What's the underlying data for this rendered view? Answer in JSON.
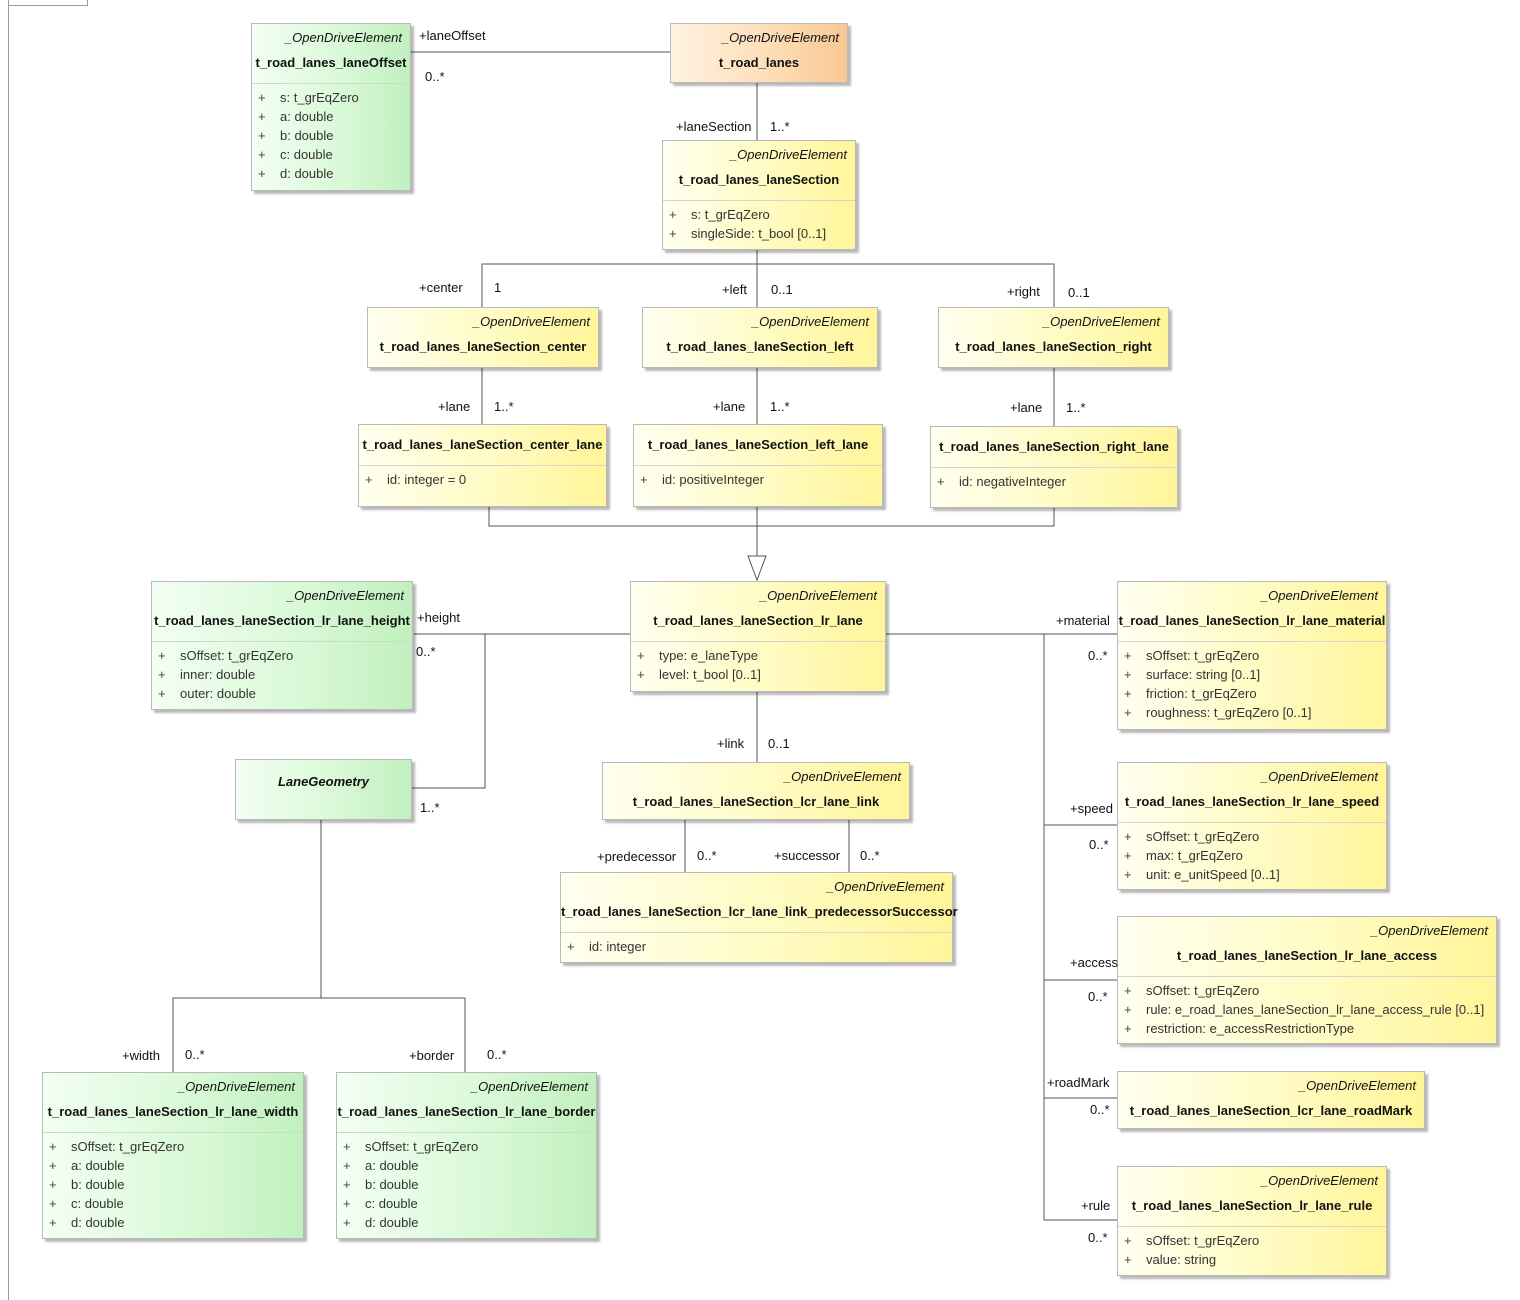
{
  "stereotype": "_OpenDriveElement",
  "attr_prefix": "+",
  "classes": {
    "laneOffset": {
      "name": "t_road_lanes_laneOffset",
      "attrs": [
        "s: t_grEqZero",
        "a: double",
        "b: double",
        "c: double",
        "d: double"
      ]
    },
    "roadLanes": {
      "name": "t_road_lanes"
    },
    "laneSection": {
      "name": "t_road_lanes_laneSection",
      "attrs": [
        "s: t_grEqZero",
        "singleSide: t_bool [0..1]"
      ]
    },
    "center": {
      "name": "t_road_lanes_laneSection_center"
    },
    "left": {
      "name": "t_road_lanes_laneSection_left"
    },
    "right": {
      "name": "t_road_lanes_laneSection_right"
    },
    "centerLane": {
      "name": "t_road_lanes_laneSection_center_lane",
      "attrs": [
        "id: integer = 0"
      ]
    },
    "leftLane": {
      "name": "t_road_lanes_laneSection_left_lane",
      "attrs": [
        "id: positiveInteger"
      ]
    },
    "rightLane": {
      "name": "t_road_lanes_laneSection_right_lane",
      "attrs": [
        "id: negativeInteger"
      ]
    },
    "lrLane": {
      "name": "t_road_lanes_laneSection_lr_lane",
      "attrs": [
        "type: e_laneType",
        "level: t_bool [0..1]"
      ]
    },
    "height": {
      "name": "t_road_lanes_laneSection_lr_lane_height",
      "attrs": [
        "sOffset: t_grEqZero",
        "inner: double",
        "outer: double"
      ]
    },
    "laneGeometry": {
      "name": "LaneGeometry"
    },
    "link": {
      "name": "t_road_lanes_laneSection_lcr_lane_link"
    },
    "predSucc": {
      "name": "t_road_lanes_laneSection_lcr_lane_link_predecessorSuccessor",
      "attrs": [
        "id: integer"
      ]
    },
    "material": {
      "name": "t_road_lanes_laneSection_lr_lane_material",
      "attrs": [
        "sOffset: t_grEqZero",
        "surface: string [0..1]",
        "friction: t_grEqZero",
        "roughness: t_grEqZero [0..1]"
      ]
    },
    "speed": {
      "name": "t_road_lanes_laneSection_lr_lane_speed",
      "attrs": [
        "sOffset: t_grEqZero",
        "max: t_grEqZero",
        "unit: e_unitSpeed [0..1]"
      ]
    },
    "access": {
      "name": "t_road_lanes_laneSection_lr_lane_access",
      "attrs": [
        "sOffset: t_grEqZero",
        "rule: e_road_lanes_laneSection_lr_lane_access_rule [0..1]",
        "restriction: e_accessRestrictionType"
      ]
    },
    "roadMark": {
      "name": "t_road_lanes_laneSection_lcr_lane_roadMark"
    },
    "rule": {
      "name": "t_road_lanes_laneSection_lr_lane_rule",
      "attrs": [
        "sOffset: t_grEqZero",
        "value: string"
      ]
    },
    "width": {
      "name": "t_road_lanes_laneSection_lr_lane_width",
      "attrs": [
        "sOffset: t_grEqZero",
        "a: double",
        "b: double",
        "c: double",
        "d: double"
      ]
    },
    "border": {
      "name": "t_road_lanes_laneSection_lr_lane_border",
      "attrs": [
        "sOffset: t_grEqZero",
        "a: double",
        "b: double",
        "c: double",
        "d: double"
      ]
    }
  },
  "labels": {
    "laneOffsetRole": "+laneOffset",
    "laneOffsetMult": "0..*",
    "laneSectionRole": "+laneSection",
    "laneSectionMult": "1..*",
    "centerRole": "+center",
    "centerMult": "1",
    "leftRole": "+left",
    "leftMult": "0..1",
    "rightRole": "+right",
    "rightMult": "0..1",
    "laneRole1": "+lane",
    "laneMult1": "1..*",
    "laneRole2": "+lane",
    "laneMult2": "1..*",
    "laneRole3": "+lane",
    "laneMult3": "1..*",
    "heightRole": "+height",
    "heightMult": "0..*",
    "geomMult": "1..*",
    "linkRole": "+link",
    "linkMult": "0..1",
    "predRole": "+predecessor",
    "predMult": "0..*",
    "succRole": "+successor",
    "succMult": "0..*",
    "materialRole": "+material",
    "materialMult": "0..*",
    "speedRole": "+speed",
    "speedMult": "0..*",
    "accessRole": "+access",
    "accessMult": "0..*",
    "roadMarkRole": "+roadMark",
    "roadMarkMult": "0..*",
    "ruleRole": "+rule",
    "ruleMult": "0..*",
    "widthRole": "+width",
    "widthMult": "0..*",
    "borderRole": "+border",
    "borderMult": "0..*"
  }
}
